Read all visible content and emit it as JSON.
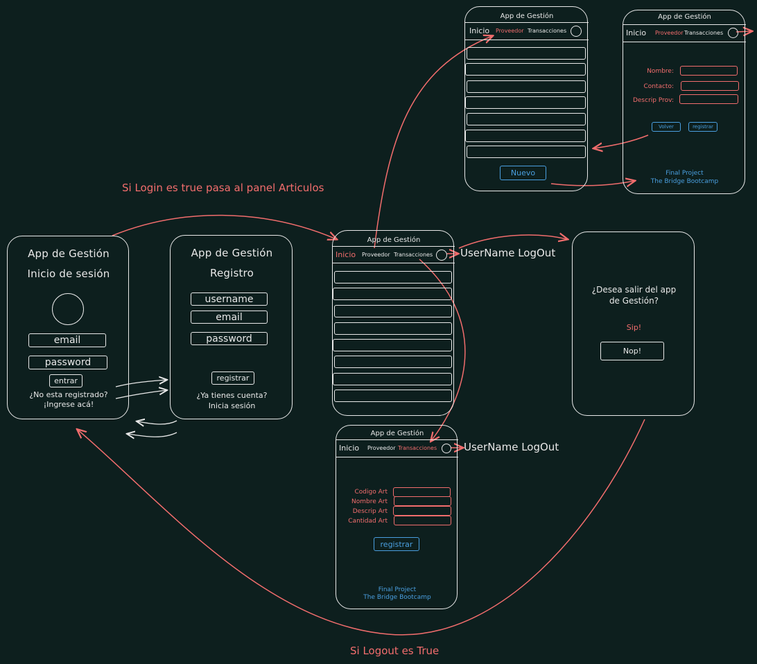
{
  "colors": {
    "background": "#0d1f1e",
    "stroke": "#e8e8e8",
    "accent_red": "#f26d6d",
    "accent_blue": "#4a9fe0"
  },
  "annotations": {
    "login_flow": "Si Login es true pasa al panel Articulos",
    "logout_flow": "Si Logout es True",
    "user_logout_main": "UserName LogOut",
    "user_logout_transactions": "UserName LogOut"
  },
  "app_title": "App de Gestión",
  "login": {
    "subtitle": "Inicio de sesión",
    "email": "email",
    "password": "password",
    "enter": "entrar",
    "register_prompt_1": "¿No esta registrado?",
    "register_prompt_2": "¡Ingrese acá!"
  },
  "register": {
    "subtitle": "Registro",
    "username": "username",
    "email": "email",
    "password": "password",
    "submit": "registrar",
    "login_prompt_1": "¿Ya tienes cuenta?",
    "login_prompt_2": "Inicia sesión"
  },
  "nav": {
    "home": "Inicio",
    "provider": "Proveedor",
    "transactions": "Transacciones"
  },
  "provider_list": {
    "new_button": "Nuevo"
  },
  "provider_form": {
    "name_label": "Nombre:",
    "contact_label": "Contacto:",
    "description_label": "Descrip Prov:",
    "back_button": "Volver",
    "register_button": "registrar",
    "footer_1": "Final Project",
    "footer_2": "The Bridge Bootcamp"
  },
  "transactions_form": {
    "code_label": "Codigo Art",
    "name_label": "Nombre Art",
    "description_label": "Descrip Art",
    "quantity_label": "Cantidad Art",
    "register_button": "registrar",
    "footer_1": "Final Project",
    "footer_2": "The Bridge Bootcamp"
  },
  "logout_dialog": {
    "question_1": "¿Desea salir del app",
    "question_2": "de Gestión?",
    "yes": "Sip!",
    "no": "Nop!"
  }
}
